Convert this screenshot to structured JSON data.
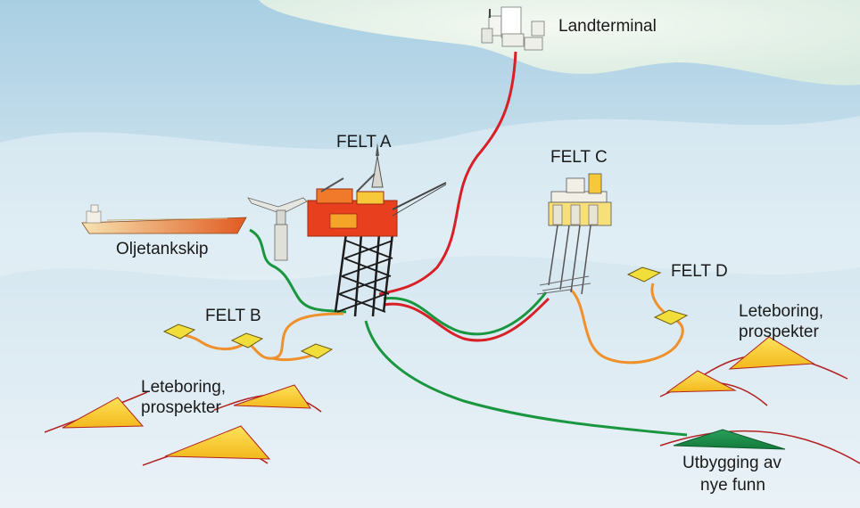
{
  "labels": {
    "landterminal": "Landterminal",
    "felt_a": "FELT A",
    "felt_b": "FELT B",
    "felt_c": "FELT C",
    "felt_d": "FELT D",
    "oljetankskip": "Oljetankskip",
    "leteboring_left_1": "Leteboring,",
    "leteboring_left_2": "prospekter",
    "leteboring_right_1": "Leteboring,",
    "leteboring_right_2": "prospekter",
    "utbygging_1": "Utbygging av",
    "utbygging_2": "nye funn"
  },
  "colors": {
    "sea_top": "#9fc8df",
    "sea_bottom": "#e4eef5",
    "land": "#e9f3e6",
    "pipeline_gas": "#d92027",
    "pipeline_oil": "#1a9640",
    "flowline": "#f0902a",
    "prospect": "#f7c82a",
    "new_find": "#1f8a4a",
    "platform_deck": "#e8401e",
    "subsea_template": "#f2de3a"
  },
  "icons": {
    "terminal": "land-terminal-icon",
    "platform_a": "steel-jacket-platform-icon",
    "platform_c": "tension-leg-platform-icon",
    "tanker": "oil-tanker-icon",
    "buoy": "loading-buoy-icon",
    "template": "subsea-template-icon"
  }
}
